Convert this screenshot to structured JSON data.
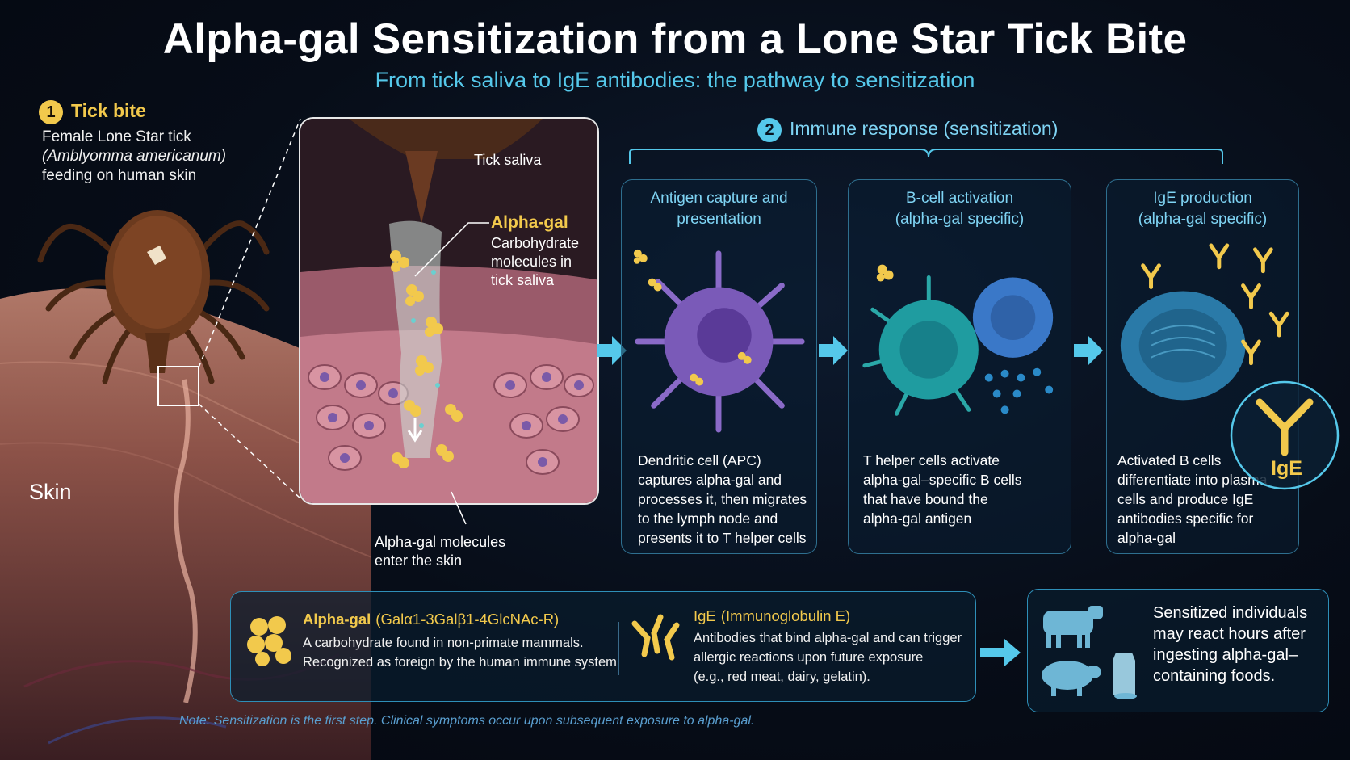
{
  "header": {
    "title": "Alpha-gal Sensitization from a Lone Star Tick Bite",
    "subtitle": "From tick saliva to IgE antibodies: the pathway to sensitization"
  },
  "tick_bite": {
    "number": "1",
    "heading": "Tick bite",
    "desc_line1": "Female Lone Star tick",
    "desc_line2": "(Amblyomma americanum)",
    "desc_line3": "feeding on human skin",
    "skin_label": "Skin"
  },
  "zoom": {
    "saliva_label": "Tick saliva",
    "alpha_gal_heading": "Alpha-gal",
    "alpha_gal_desc_line1": "Carbohydrate",
    "alpha_gal_desc_line2": "molecules in",
    "alpha_gal_desc_line3": "tick saliva",
    "enter_line1": "Alpha-gal molecules",
    "enter_line2": "enter the skin"
  },
  "immune": {
    "number": "2",
    "heading": "Immune response (sensitization)",
    "stages": [
      {
        "title_line1": "Antigen capture and",
        "title_line2": "presentation",
        "desc": [
          "Dendritic cell (APC)",
          "captures alpha-gal and",
          "processes it, then migrates",
          "to the lymph node and",
          "presents it to T helper cells"
        ]
      },
      {
        "title_line1": "B-cell activation",
        "title_line2": "(alpha-gal specific)",
        "desc": [
          "T helper cells activate",
          "alpha-gal–specific B cells",
          "that have bound the",
          "alpha-gal antigen"
        ]
      },
      {
        "title_line1": "IgE production",
        "title_line2": "(alpha-gal specific)",
        "desc": [
          "Activated B cells",
          "differentiate into plasma",
          "cells and produce IgE",
          "antibodies specific for",
          "alpha-gal"
        ]
      }
    ],
    "ige_circle_label": "IgE"
  },
  "legend": {
    "alpha_gal_name": "Alpha-gal",
    "alpha_gal_formula": "(Galα1-3Galβ1-4GlcNAc-R)",
    "alpha_gal_desc_line1": "A carbohydrate found in non-primate mammals.",
    "alpha_gal_desc_line2": "Recognized as foreign by the human immune system.",
    "ige_name": "IgE",
    "ige_full": "(Immunoglobulin E)",
    "ige_desc_line1": "Antibodies that bind alpha-gal and can trigger",
    "ige_desc_line2": "allergic reactions upon future exposure",
    "ige_desc_line3": "(e.g., red meat, dairy, gelatin)."
  },
  "foods": {
    "line1": "Sensitized individuals",
    "line2": "may react hours after",
    "line3": "ingesting alpha-gal–",
    "line4": "containing foods."
  },
  "note": {
    "prefix": "Note:",
    "text": " Sensitization is the first step. Clinical symptoms occur upon subsequent exposure to alpha-gal."
  },
  "colors": {
    "accent_cyan": "#55c8ea",
    "alpha_gal_gold": "#f2c94c",
    "panel_border": "#2e8fb8"
  },
  "icons": [
    "tick-icon",
    "dendritic-cell-icon",
    "b-cell-icon",
    "plasma-cell-icon",
    "antibody-icon",
    "cow-icon",
    "pig-icon",
    "milk-icon",
    "arrow-right-icon"
  ]
}
